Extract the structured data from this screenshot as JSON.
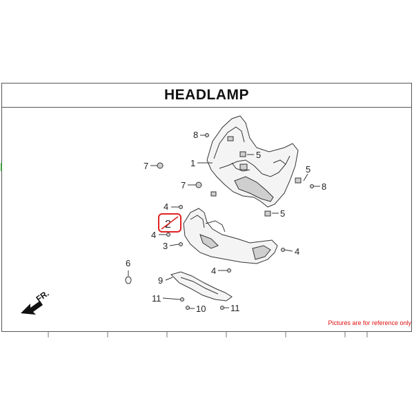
{
  "title": "HEADLAMP",
  "note": "Pictures are for reference only",
  "direction_label": "FR.",
  "highlight_color": "#e02020",
  "note_color": "#e01010",
  "callouts": {
    "c1": "1",
    "c2": "2",
    "c3": "3",
    "c4a": "4",
    "c4b": "4",
    "c4c": "4",
    "c4d": "4",
    "c5a": "5",
    "c5b": "5",
    "c5c": "5",
    "c6": "6",
    "c7a": "7",
    "c7b": "7",
    "c8a": "8",
    "c8b": "8",
    "c9": "9",
    "c10": "10",
    "c11a": "11",
    "c11b": "11"
  },
  "highlighted_part": "2",
  "icons": {
    "direction": "front-arrow-icon"
  }
}
